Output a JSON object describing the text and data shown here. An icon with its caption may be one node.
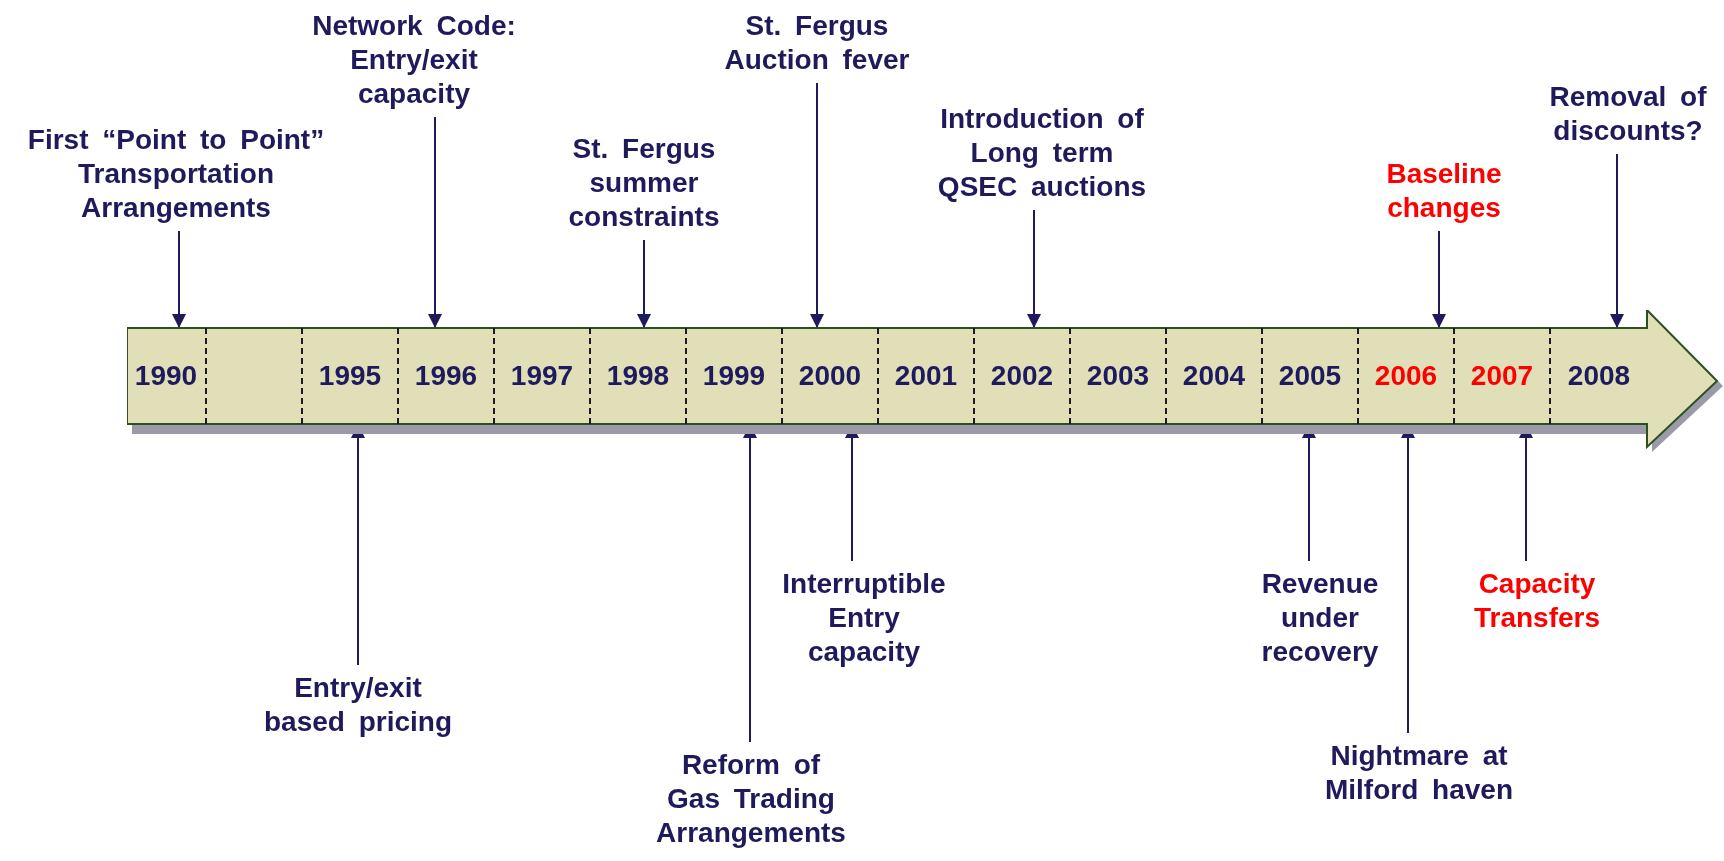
{
  "diagram": {
    "nodes": [
      {
        "text": [
          "First “Point to Point” Transportation Arrangements"
        ]
      },
      {
        "text": [
          "Network Code: Entry/exit capacity"
        ]
      },
      {
        "text": [
          "St. Fergus summer constraints"
        ]
      },
      {
        "text": [
          "St. Fergus Auction fever"
        ]
      },
      {
        "text": [
          "Introduction of Long term QSEC auctions"
        ]
      },
      {
        "text": [
          "Baseline changes"
        ]
      },
      {
        "text": [
          "Removal of discounts?"
        ]
      },
      {
        "text": [],
        "shape": "arrow"
      },
      {
        "text": [
          "1990"
        ],
        "in": 7
      },
      {
        "text": [],
        "shape": "box",
        "in": 7
      },
      {
        "text": [
          "1995"
        ],
        "in": 7
      },
      {
        "text": [
          "1996"
        ],
        "in": 7
      },
      {
        "text": [
          "1997"
        ],
        "in": 7
      },
      {
        "text": [
          "1998"
        ],
        "in": 7
      },
      {
        "text": [
          "1999"
        ],
        "in": 7
      },
      {
        "text": [
          "2000"
        ],
        "in": 7
      },
      {
        "text": [
          "2001"
        ],
        "in": 7
      },
      {
        "text": [
          "2002"
        ],
        "in": 7
      },
      {
        "text": [
          "2003"
        ],
        "in": 7
      },
      {
        "text": [
          "2004"
        ],
        "in": 7
      },
      {
        "text": [
          "2005"
        ],
        "in": 7
      },
      {
        "text": [
          "2006"
        ],
        "in": 7
      },
      {
        "text": [
          "2007"
        ],
        "in": 7
      },
      {
        "text": [
          "2008"
        ],
        "in": 7
      },
      {
        "text": [
          "Entry/exit based pricing"
        ]
      },
      {
        "text": [
          "Reform of Gas Trading Arrangements"
        ]
      },
      {
        "text": [
          "Interruptible Entry capacity"
        ]
      },
      {
        "text": [
          "Revenue under recovery"
        ]
      },
      {
        "text": [
          "Nightmare at Milford haven"
        ]
      },
      {
        "text": [
          "Capacity Transfers"
        ]
      }
    ],
    "edges": [
      {
        "from": 0,
        "to": 8,
        "arrow": "to"
      },
      {
        "from": 1,
        "to": 11,
        "arrow": "to"
      },
      {
        "from": 2,
        "to": 13,
        "arrow": "to"
      },
      {
        "from": 3,
        "to": 15,
        "arrow": "to"
      },
      {
        "from": 4,
        "to": 17,
        "arrow": "to"
      },
      {
        "from": 5,
        "to": 21,
        "arrow": "to"
      },
      {
        "from": 6,
        "to": 23,
        "arrow": "to"
      },
      {
        "from": 24,
        "to": 10,
        "arrow": "to"
      },
      {
        "from": 25,
        "to": 14,
        "arrow": "to"
      },
      {
        "from": 26,
        "to": 15,
        "arrow": "to"
      },
      {
        "from": 27,
        "to": 20,
        "arrow": "to"
      },
      {
        "from": 28,
        "to": 21,
        "arrow": "to"
      },
      {
        "from": 29,
        "to": 22,
        "arrow": "to"
      }
    ]
  }
}
